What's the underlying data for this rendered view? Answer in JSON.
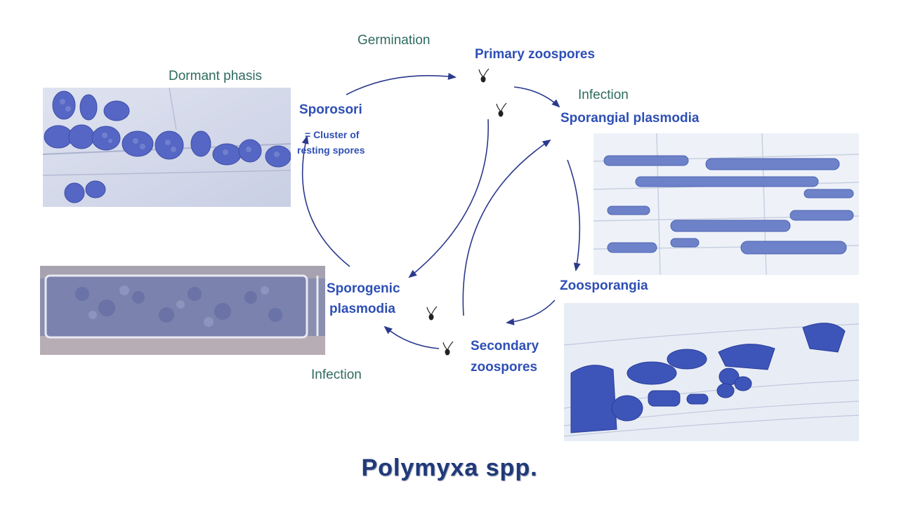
{
  "title": "Polymyxa spp.",
  "stages": {
    "germination": "Germination",
    "primary_zoospores": "Primary zoospores",
    "infection_top": "Infection",
    "sporangial_plasmodia": "Sporangial plasmodia",
    "zoosporangia": "Zoosporangia",
    "secondary_zoospores_line1": "Secondary",
    "secondary_zoospores_line2": "zoospores",
    "infection_bottom": "Infection",
    "sporogenic_plasmodia_line1": "Sporogenic",
    "sporogenic_plasmodia_line2": "plasmodia",
    "sporosori": "Sporosori",
    "sporosori_note_line1": "= Cluster of",
    "sporosori_note_line2": "resting spores",
    "dormant_phasis": "Dormant phasis"
  },
  "colors": {
    "arrow": "#2b3a8c",
    "label_blue": "#2e4fb5",
    "label_green": "#2f6b5e",
    "title": "#1f3a7a",
    "stain": "#3d55b8"
  },
  "images": {
    "sporosori_micrograph": "stained-resting-spore-clusters",
    "sporogenic_micrograph": "sporogenic-plasmodium-in-root-cell",
    "sporangial_micrograph": "sporangial-plasmodia-in-root-cells",
    "zoosporangia_micrograph": "zoosporangia-in-root-tissue"
  }
}
